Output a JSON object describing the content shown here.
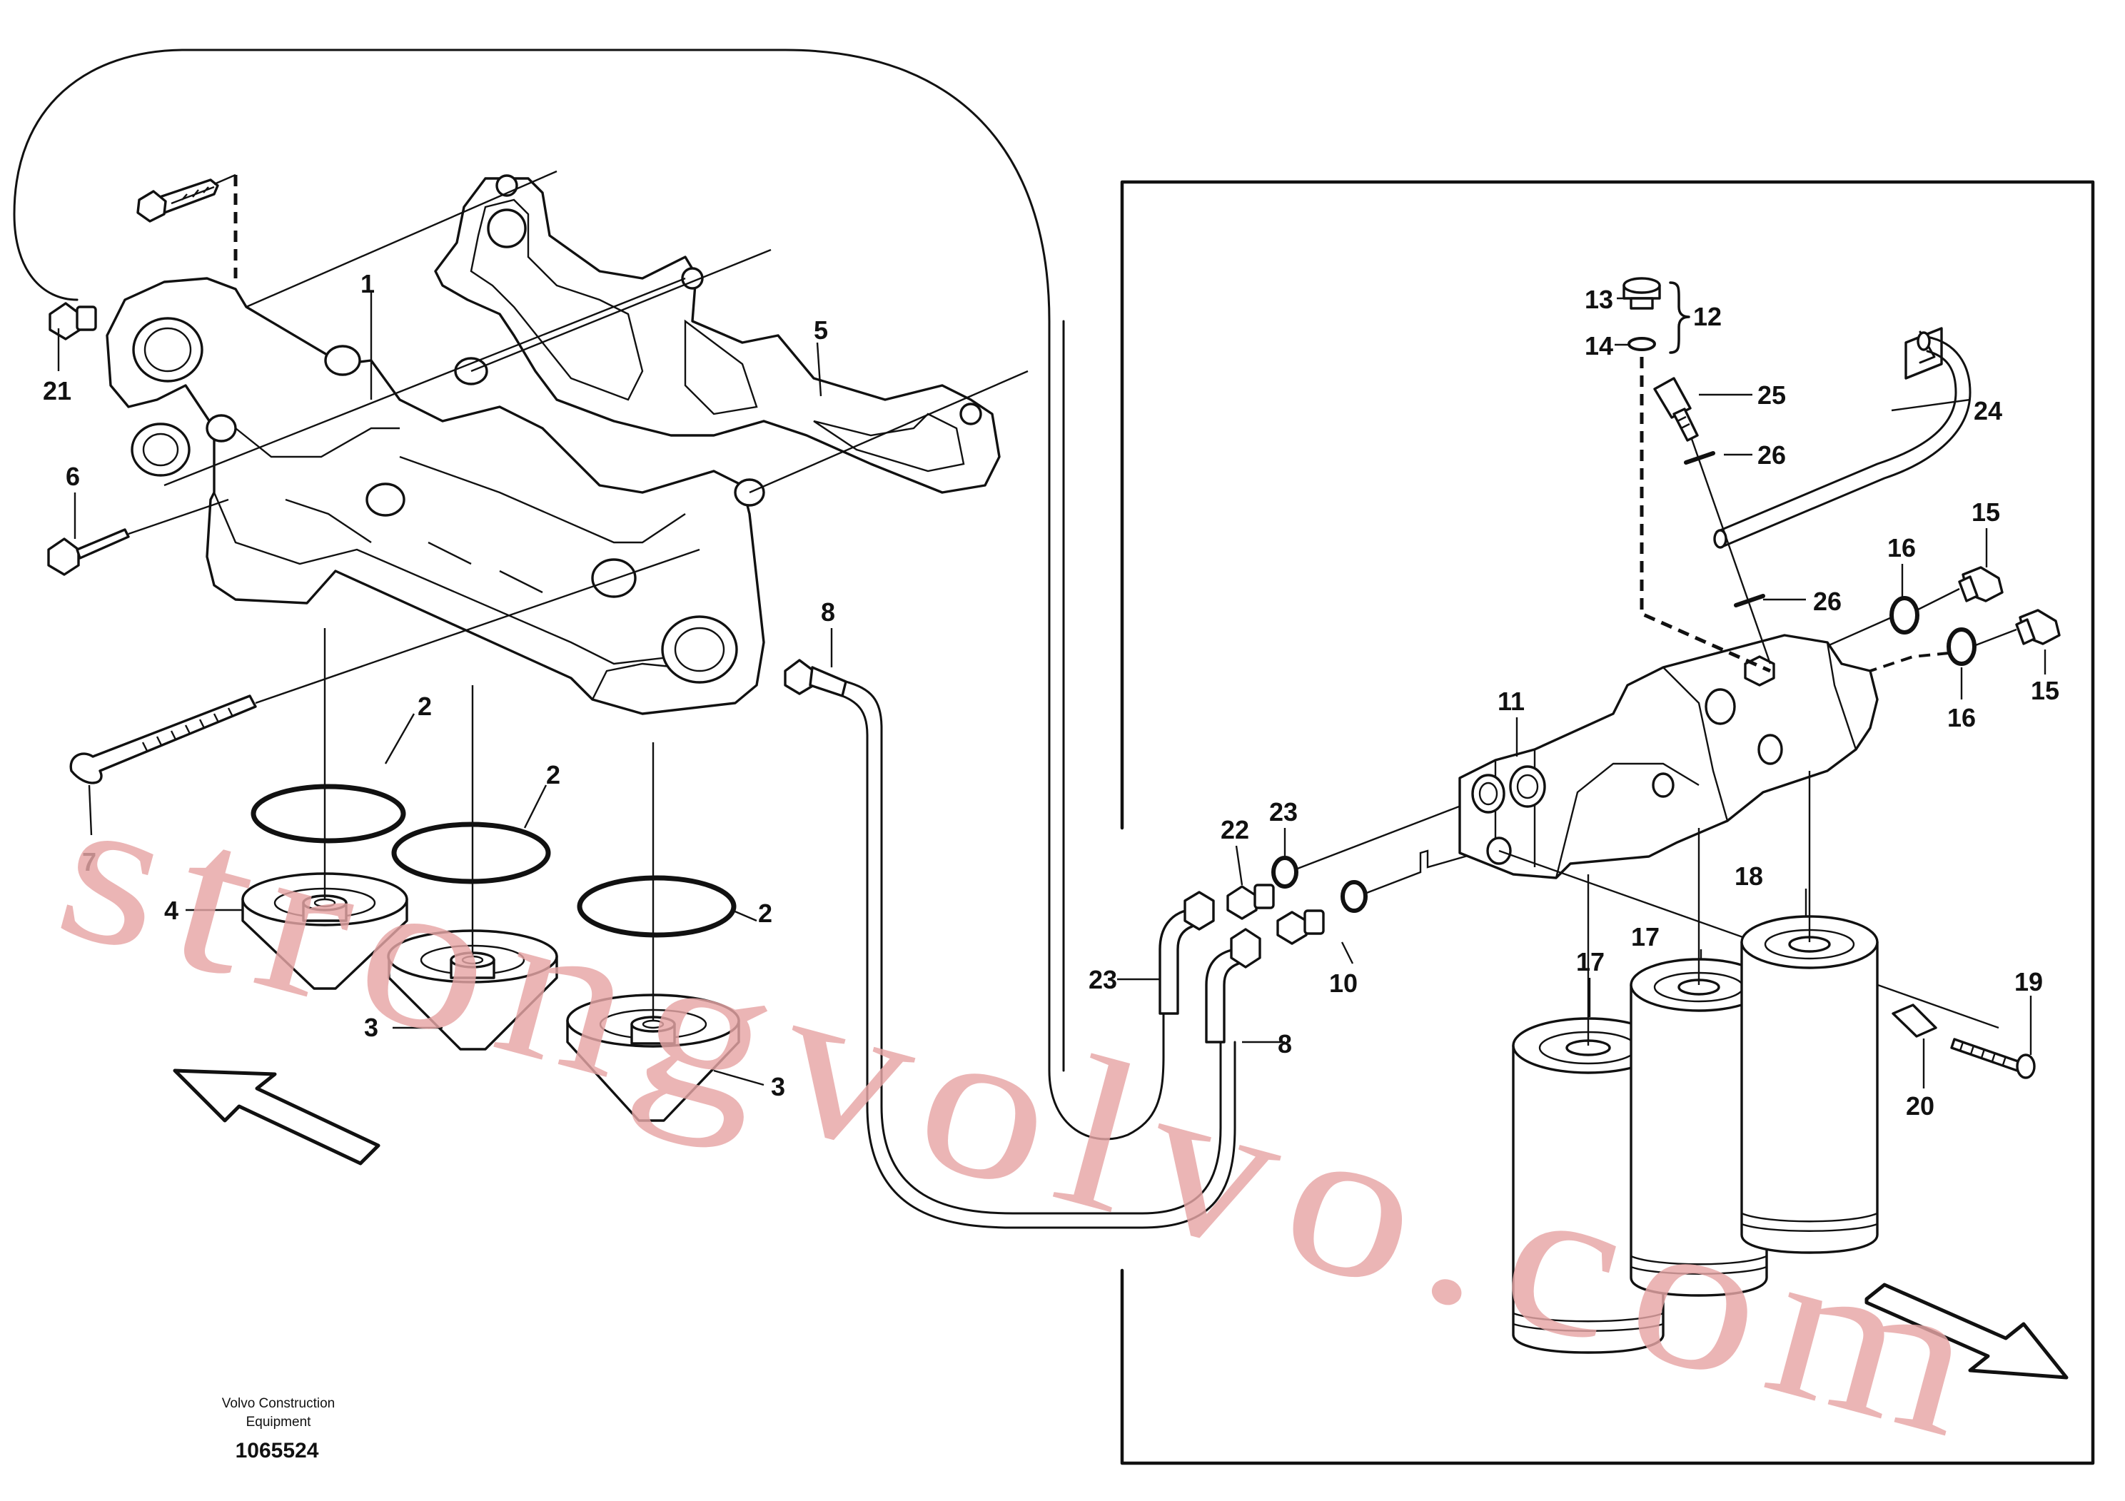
{
  "callouts": {
    "c1": "1",
    "c2a": "2",
    "c2b": "2",
    "c2c": "2",
    "c3a": "3",
    "c3b": "3",
    "c4": "4",
    "c5": "5",
    "c6": "6",
    "c7": "7",
    "c8a": "8",
    "c8b": "8",
    "c10": "10",
    "c11": "11",
    "c12": "12",
    "c13": "13",
    "c14": "14",
    "c15a": "15",
    "c15b": "15",
    "c16a": "16",
    "c16b": "16",
    "c17a": "17",
    "c17b": "17",
    "c18": "18",
    "c19": "19",
    "c20": "20",
    "c21": "21",
    "c22": "22",
    "c23a": "23",
    "c23b": "23",
    "c24": "24",
    "c25": "25",
    "c26a": "26",
    "c26b": "26"
  },
  "footer": {
    "publisher_line1": "Volvo Construction",
    "publisher_line2": "Equipment",
    "drawing_number": "1065524"
  },
  "watermark": "strongvolvo.com"
}
